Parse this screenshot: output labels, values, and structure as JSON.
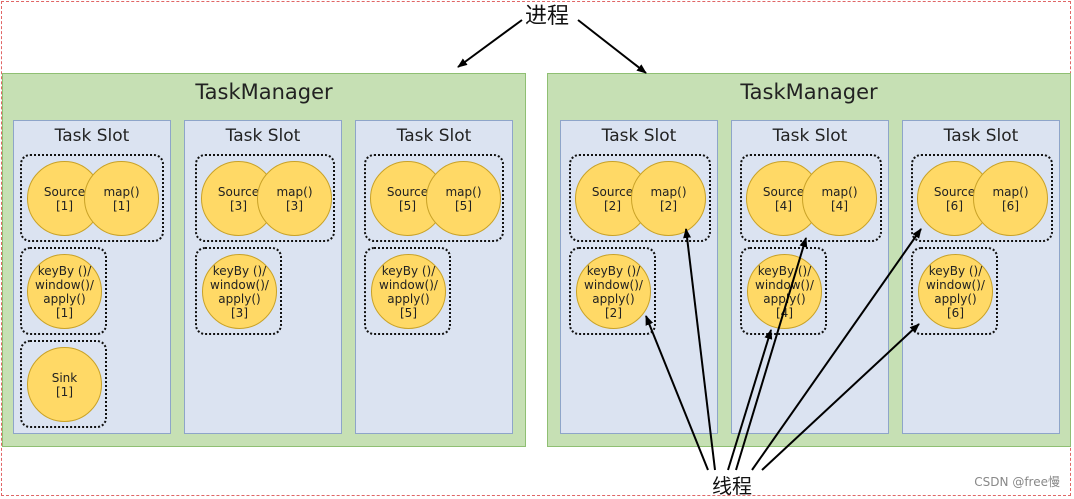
{
  "process_label": "进程",
  "thread_label": "线程",
  "watermark": "CSDN @free慢",
  "task_managers": [
    {
      "title": "TaskManager",
      "slots": [
        {
          "title": "Task Slot",
          "source": [
            "Source",
            "[1]"
          ],
          "map": [
            "map()",
            "[1]"
          ],
          "keyby": [
            "keyBy ()/",
            "window()/",
            "apply()",
            "[1]"
          ],
          "sink": [
            "Sink",
            "[1]"
          ]
        },
        {
          "title": "Task Slot",
          "source": [
            "Source",
            "[3]"
          ],
          "map": [
            "map()",
            "[3]"
          ],
          "keyby": [
            "keyBy ()/",
            "window()/",
            "apply()",
            "[3]"
          ]
        },
        {
          "title": "Task Slot",
          "source": [
            "Source",
            "[5]"
          ],
          "map": [
            "map()",
            "[5]"
          ],
          "keyby": [
            "keyBy ()/",
            "window()/",
            "apply()",
            "[5]"
          ]
        }
      ]
    },
    {
      "title": "TaskManager",
      "slots": [
        {
          "title": "Task Slot",
          "source": [
            "Source",
            "[2]"
          ],
          "map": [
            "map()",
            "[2]"
          ],
          "keyby": [
            "keyBy ()/",
            "window()/",
            "apply()",
            "[2]"
          ]
        },
        {
          "title": "Task Slot",
          "source": [
            "Source",
            "[4]"
          ],
          "map": [
            "map()",
            "[4]"
          ],
          "keyby": [
            "keyBy ()/",
            "window()/",
            "apply()",
            "[4]"
          ]
        },
        {
          "title": "Task Slot",
          "source": [
            "Source",
            "[6]"
          ],
          "map": [
            "map()",
            "[6]"
          ],
          "keyby": [
            "keyBy ()/",
            "window()/",
            "apply()",
            "[6]"
          ]
        }
      ]
    }
  ]
}
